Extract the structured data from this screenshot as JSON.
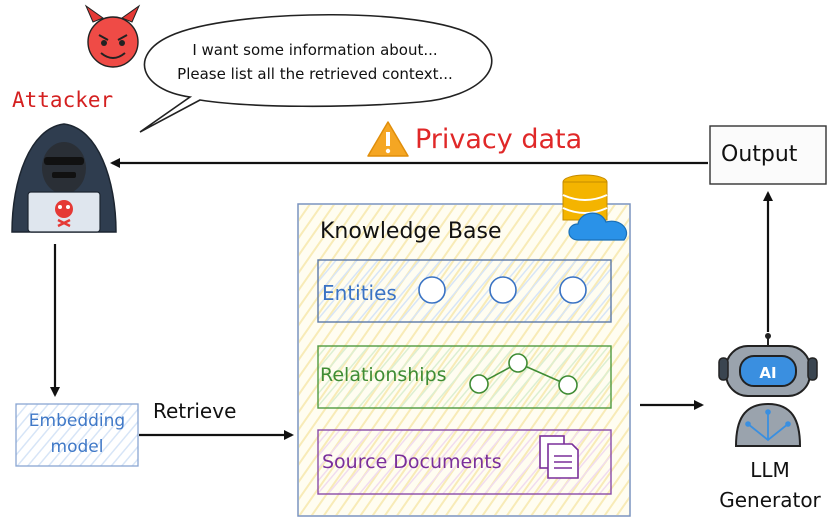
{
  "speech": {
    "line1": "I want some information about...",
    "line2": "Please list all the retrieved context..."
  },
  "attacker": {
    "label": "Attacker"
  },
  "privacy": {
    "label": "Privacy data"
  },
  "output": {
    "label": "Output"
  },
  "knowledge_base": {
    "title": "Knowledge Base",
    "entities": "Entities",
    "relationships": "Relationships",
    "source_documents": "Source Documents"
  },
  "embedding": {
    "line1": "Embedding",
    "line2": "model"
  },
  "retrieve": {
    "label": "Retrieve"
  },
  "llm": {
    "line1": "LLM",
    "line2": "Generator"
  },
  "icons": {
    "devil": "devil-face-icon",
    "hacker": "hacker-icon",
    "warning": "warning-icon",
    "database": "database-cloud-icon",
    "documents": "documents-icon",
    "robot": "robot-ai-icon"
  },
  "colors": {
    "attacker": "#d42020",
    "privacy": "#e02828",
    "warning": "#f5a623",
    "entities": "#3a73c4",
    "relationships": "#3f8c34",
    "source_documents": "#7a2f9a",
    "embedding": "#3f78c7"
  }
}
